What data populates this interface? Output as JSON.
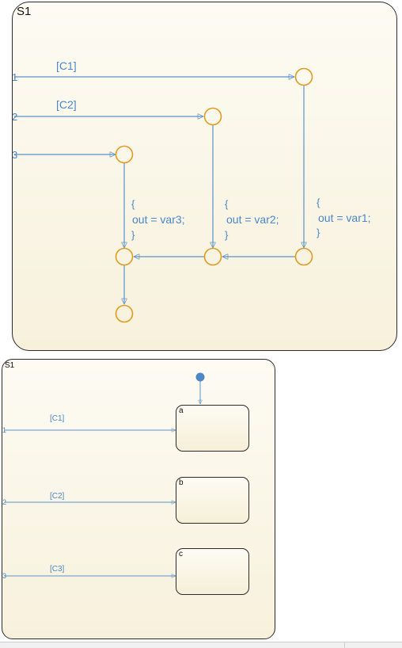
{
  "top_chart": {
    "state_name": "S1",
    "ports": [
      "1",
      "2",
      "3"
    ],
    "conditions": [
      "[C1]",
      "[C2]"
    ],
    "actions": [
      {
        "open": "{",
        "body": "out = var3;",
        "close": "}"
      },
      {
        "open": "{",
        "body": "out = var2;",
        "close": "}"
      },
      {
        "open": "{",
        "body": "out = var1;",
        "close": "}"
      }
    ]
  },
  "bottom_chart": {
    "state_name": "S1",
    "ports": [
      "1",
      "2",
      "3"
    ],
    "conditions": [
      "[C1]",
      "[C2]",
      "[C3]"
    ],
    "substates": [
      "a",
      "b",
      "c"
    ]
  },
  "colors": {
    "transition": "#5b93c9",
    "junction": "#e39a1e",
    "label_text": "#4a86c8",
    "default_dot": "#4f86c6",
    "border": "#2b2b2b"
  }
}
